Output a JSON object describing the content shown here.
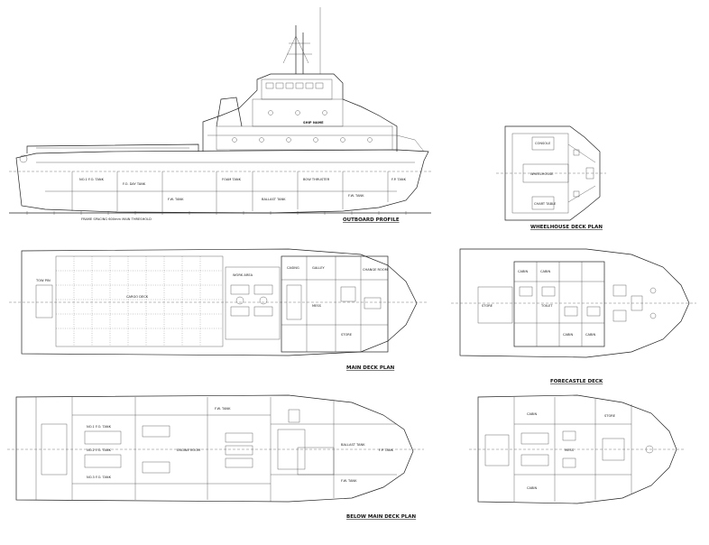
{
  "sheets": {
    "outboard": {
      "caption": "OUTBOARD PROFILE",
      "ship_name": "SHIP NAME",
      "frame_note": "FRAME SPACING 600mm  MAIN THRESHOLD",
      "labels": [
        "NO.1 F.O. TANK",
        "F.O. DAY TANK",
        "F.W. TANK",
        "FOAM TANK",
        "BALLAST TANK",
        "BOW THRUSTER",
        "F.W. TANK",
        "F.P. TANK"
      ]
    },
    "wheelhouse": {
      "caption": "WHEELHOUSE DECK PLAN",
      "labels": [
        "CONSOLE",
        "WHEELHOUSE",
        "CHART TABLE"
      ]
    },
    "main_deck": {
      "caption": "MAIN DECK PLAN",
      "labels": [
        "CARGO DECK",
        "TOW PIN",
        "WORK AREA",
        "CASING",
        "GALLEY",
        "MESS",
        "STORE",
        "CHANGE ROOM"
      ]
    },
    "forecastle": {
      "caption": "FORECASTLE DECK",
      "labels": [
        "CABIN",
        "CABIN",
        "CABIN",
        "CABIN",
        "TOILET",
        "STORE"
      ]
    },
    "below_main": {
      "caption": "BELOW MAIN DECK PLAN",
      "labels": [
        "NO.1 F.O. TANK",
        "NO.2 F.O. TANK",
        "NO.3 F.O. TANK",
        "ENGINE ROOM",
        "F.W. TANK",
        "BALLAST TANK",
        "F.W. TANK",
        "F.P. TANK"
      ]
    },
    "deck_below": {
      "labels": [
        "CABIN",
        "CABIN",
        "MESS",
        "STORE"
      ]
    }
  }
}
